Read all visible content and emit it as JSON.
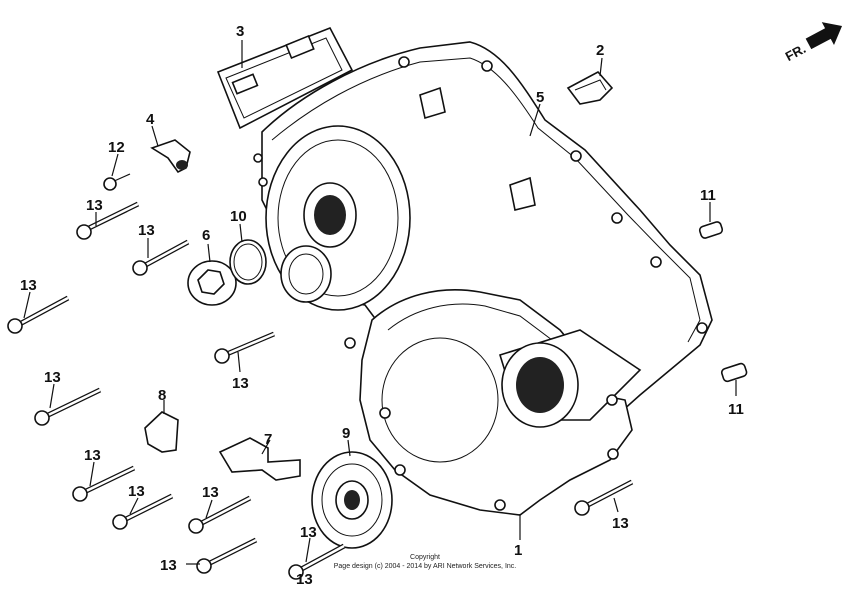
{
  "diagram": {
    "direction_arrow_label": "FR.",
    "callouts": [
      {
        "id": "c1",
        "label": "1"
      },
      {
        "id": "c2",
        "label": "2"
      },
      {
        "id": "c3",
        "label": "3"
      },
      {
        "id": "c4",
        "label": "4"
      },
      {
        "id": "c5",
        "label": "5"
      },
      {
        "id": "c6",
        "label": "6"
      },
      {
        "id": "c7",
        "label": "7"
      },
      {
        "id": "c8",
        "label": "8"
      },
      {
        "id": "c9",
        "label": "9"
      },
      {
        "id": "c10",
        "label": "10"
      },
      {
        "id": "c11a",
        "label": "11"
      },
      {
        "id": "c11b",
        "label": "11"
      },
      {
        "id": "c12",
        "label": "12"
      },
      {
        "id": "c13a",
        "label": "13"
      },
      {
        "id": "c13b",
        "label": "13"
      },
      {
        "id": "c13c",
        "label": "13"
      },
      {
        "id": "c13d",
        "label": "13"
      },
      {
        "id": "c13e",
        "label": "13"
      },
      {
        "id": "c13f",
        "label": "13"
      },
      {
        "id": "c13g",
        "label": "13"
      },
      {
        "id": "c13h",
        "label": "13"
      },
      {
        "id": "c13i",
        "label": "13"
      },
      {
        "id": "c13j",
        "label": "13"
      },
      {
        "id": "c13k",
        "label": "13"
      },
      {
        "id": "c13l",
        "label": "13"
      }
    ],
    "copyright_line1": "Copyright",
    "copyright_line2": "Page design (c) 2004 - 2014 by ARI Network Services, Inc."
  }
}
